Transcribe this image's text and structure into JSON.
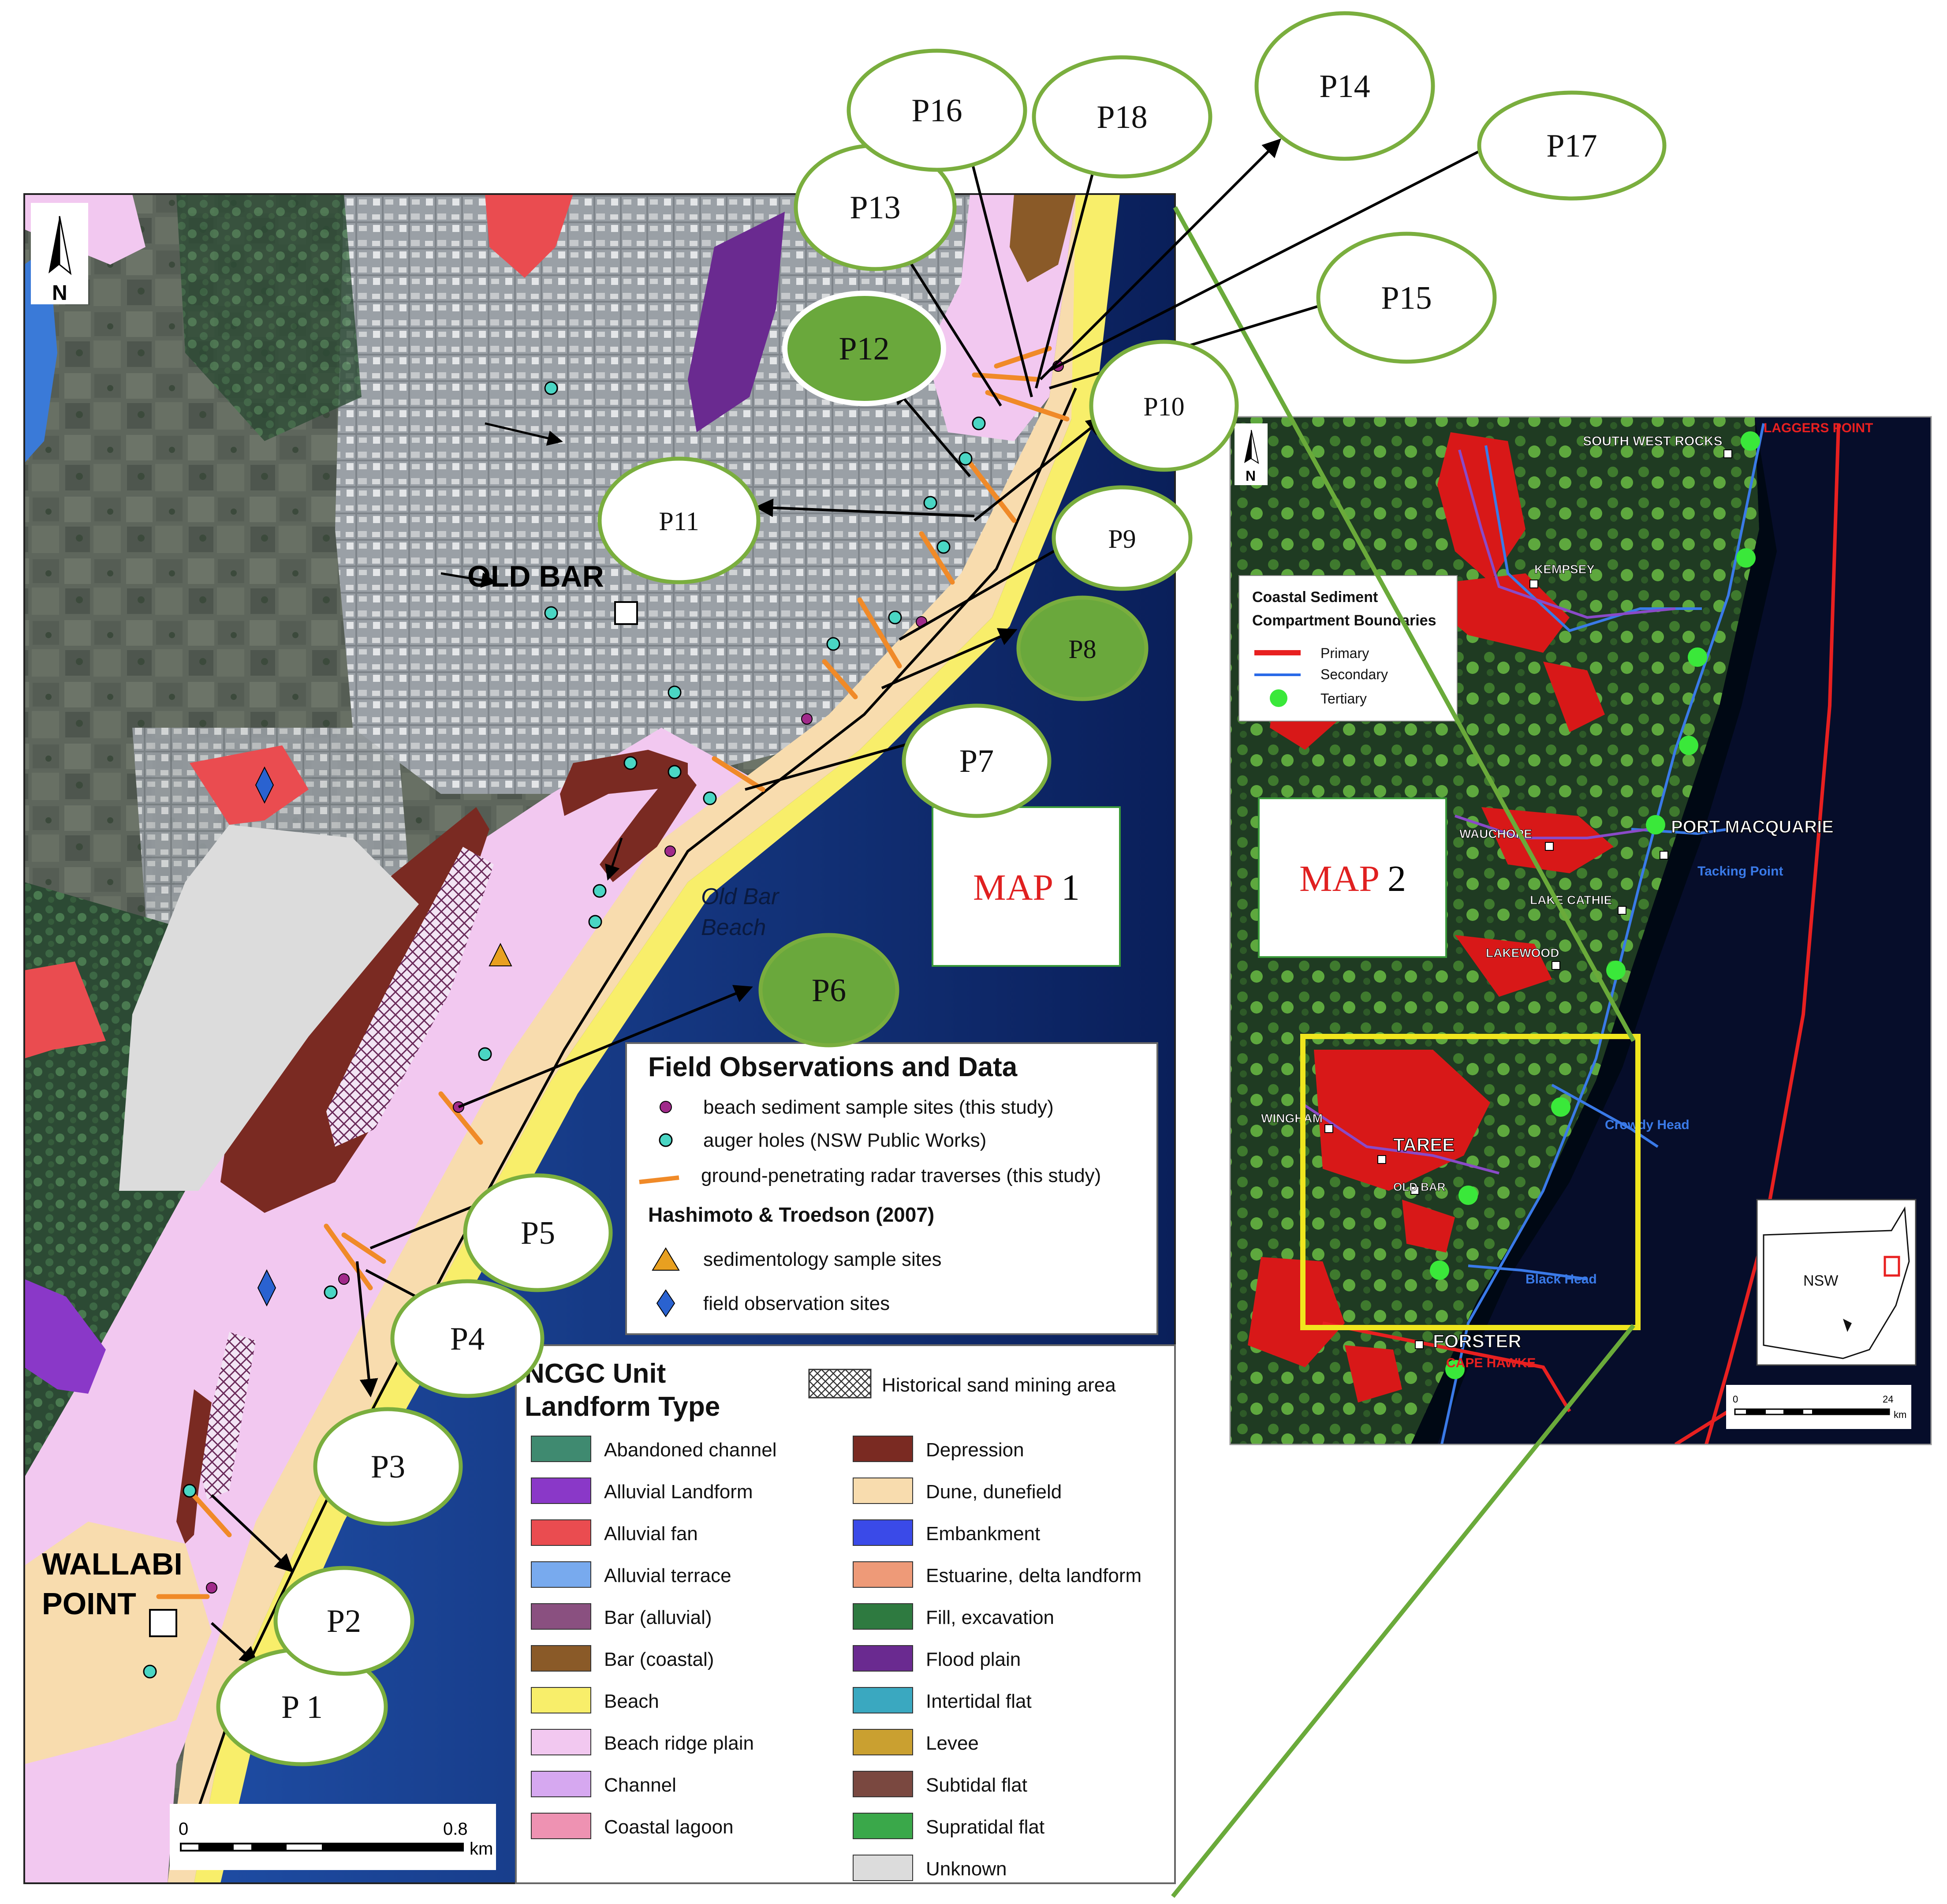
{
  "map1": {
    "label_word": "MAP",
    "label_num": "1",
    "place_old_bar": "OLD BAR",
    "place_wallabi_1": "WALLABI",
    "place_wallabi_2": "POINT",
    "beach_1": "Old Bar",
    "beach_2": "Beach",
    "north": "N",
    "scale": {
      "zero": "0",
      "max": "0.8",
      "unit": "km"
    }
  },
  "points": [
    {
      "id": "P 1",
      "fill": "white"
    },
    {
      "id": "P2",
      "fill": "white"
    },
    {
      "id": "P3",
      "fill": "white"
    },
    {
      "id": "P4",
      "fill": "white"
    },
    {
      "id": "P5",
      "fill": "white"
    },
    {
      "id": "P6",
      "fill": "green"
    },
    {
      "id": "P7",
      "fill": "white"
    },
    {
      "id": "P8",
      "fill": "green"
    },
    {
      "id": "P9",
      "fill": "white"
    },
    {
      "id": "P10",
      "fill": "white"
    },
    {
      "id": "P11",
      "fill": "white"
    },
    {
      "id": "P12",
      "fill": "green"
    },
    {
      "id": "P13",
      "fill": "white"
    },
    {
      "id": "P14",
      "fill": "white"
    },
    {
      "id": "P15",
      "fill": "white"
    },
    {
      "id": "P16",
      "fill": "white"
    },
    {
      "id": "P17",
      "fill": "white"
    },
    {
      "id": "P18",
      "fill": "white"
    }
  ],
  "field_legend": {
    "title": "Field Observations and Data",
    "items": [
      {
        "label": "beach sediment sample sites (this study)",
        "symbol": "purple-dot"
      },
      {
        "label": "auger holes (NSW Public Works)",
        "symbol": "cyan-dot"
      },
      {
        "label": "ground-penetrating radar traverses (this study)",
        "symbol": "orange-line"
      }
    ],
    "subtitle": "Hashimoto & Troedson (2007)",
    "items2": [
      {
        "label": "sedimentology sample sites",
        "symbol": "orange-triangle"
      },
      {
        "label": "field observation sites",
        "symbol": "blue-diamond"
      }
    ]
  },
  "unit_legend": {
    "title1": "NCGC Unit",
    "title2": "Landform Type",
    "hatch_label": "Historical sand mining area",
    "col1": [
      {
        "label": "Abandoned channel",
        "color": "#3f8a70"
      },
      {
        "label": "Alluvial Landform",
        "color": "#8a38c8"
      },
      {
        "label": "Alluvial fan",
        "color": "#ea4c50"
      },
      {
        "label": "Alluvial terrace",
        "color": "#78aaee"
      },
      {
        "label": "Bar (alluvial)",
        "color": "#8a5080"
      },
      {
        "label": "Bar (coastal)",
        "color": "#8a5a28"
      },
      {
        "label": "Beach",
        "color": "#f8ee6a"
      },
      {
        "label": "Beach ridge plain",
        "color": "#f2c8f0"
      },
      {
        "label": "Channel",
        "color": "#d6a8f0"
      },
      {
        "label": "Coastal lagoon",
        "color": "#ee92b2"
      }
    ],
    "col2": [
      {
        "label": "Depression",
        "color": "#7a2a22"
      },
      {
        "label": "Dune, dunefield",
        "color": "#f8dcae"
      },
      {
        "label": "Embankment",
        "color": "#3a4ae8"
      },
      {
        "label": "Estuarine, delta landform",
        "color": "#ee9a78"
      },
      {
        "label": "Fill, excavation",
        "color": "#2e7a40"
      },
      {
        "label": "Flood plain",
        "color": "#6a2a90"
      },
      {
        "label": "Intertidal flat",
        "color": "#3aa8c0"
      },
      {
        "label": "Levee",
        "color": "#caa030"
      },
      {
        "label": "Subtidal flat",
        "color": "#7a4840"
      },
      {
        "label": "Supratidal flat",
        "color": "#3aa84a"
      },
      {
        "label": "Unknown",
        "color": "#dcdcdc"
      }
    ]
  },
  "map2": {
    "label_word": "MAP",
    "label_num": "2",
    "north": "N",
    "legend": {
      "title1": "Coastal Sediment",
      "title2": "Compartment Boundaries",
      "items": [
        {
          "label": "Primary",
          "color": "#e82020"
        },
        {
          "label": "Secondary",
          "color": "#2a6ae8"
        },
        {
          "label": "Tertiary",
          "color": "#3ae83a"
        }
      ]
    },
    "places": {
      "south_west_rocks": "SOUTH WEST ROCKS",
      "laggers_point": "LAGGERS POINT",
      "kempsey": "KEMPSEY",
      "wauchope": "WAUCHOPE",
      "port_macquarie": "PORT MACQUARIE",
      "tacking_point": "Tacking Point",
      "lake_cathie": "LAKE CATHIE",
      "lakewood": "LAKEWOOD",
      "wingham": "WINGHAM",
      "taree": "TAREE",
      "old_bar": "OLD BAR",
      "crowdy_head": "Crowdy Head",
      "black_head": "Black Head",
      "forster": "FORSTER",
      "cape_hawke": "CAPE HAWKE"
    },
    "inset_label": "NSW",
    "scale": {
      "zero": "0",
      "max": "24",
      "unit": "km"
    }
  }
}
